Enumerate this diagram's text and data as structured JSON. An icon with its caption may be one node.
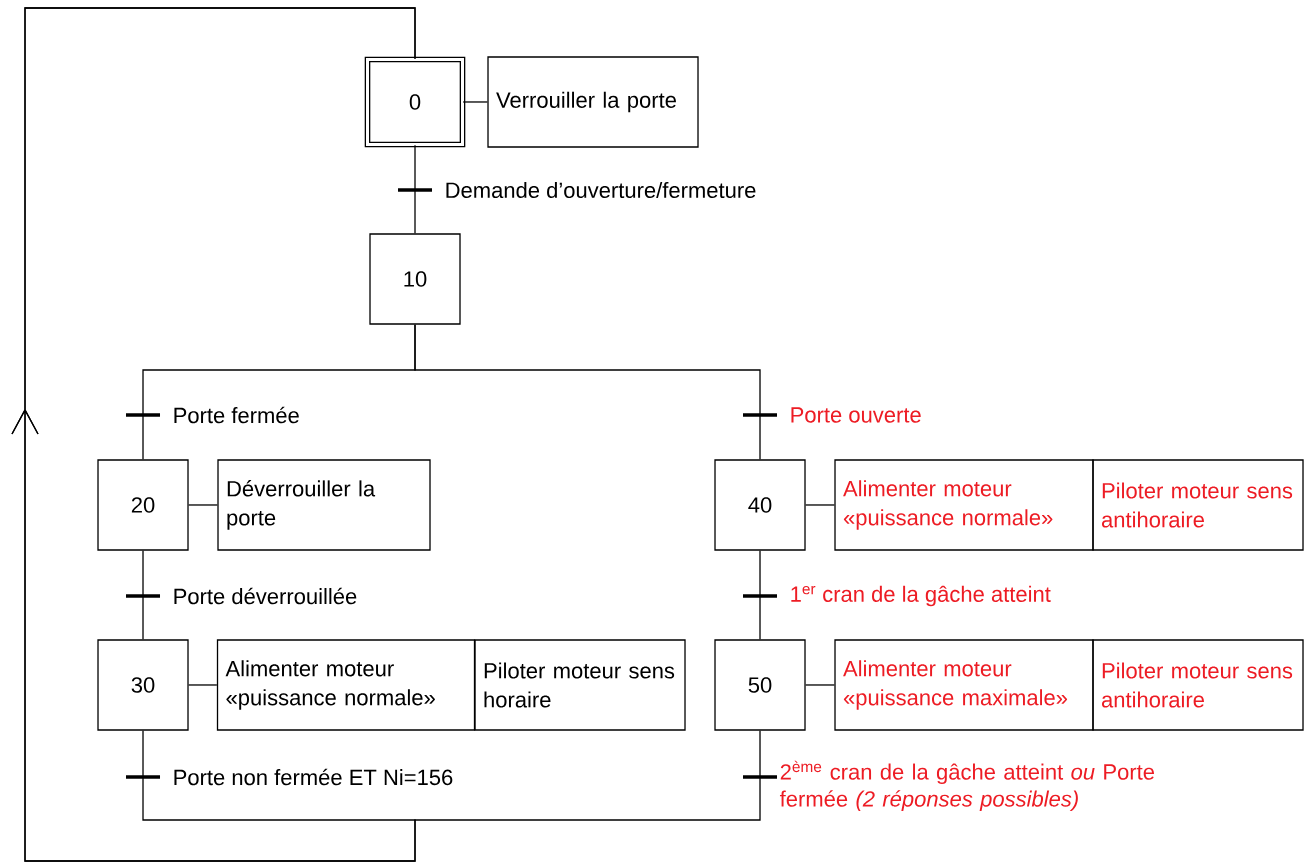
{
  "diagram": {
    "nodes": [
      {
        "text": [
          "0"
        ]
      },
      {
        "text": [
          "Verrouiller la porte"
        ]
      },
      {
        "text": [
          "10"
        ]
      },
      {
        "text": [
          "20"
        ]
      },
      {
        "text": [
          "Déverrouiller la porte"
        ]
      },
      {
        "text": [
          "30"
        ]
      },
      {
        "text": [
          "Alimenter moteur «puissance normale»"
        ]
      },
      {
        "text": [
          "Piloter moteur sens horaire"
        ]
      },
      {
        "text": [
          "40"
        ]
      },
      {
        "text": [
          "Alimenter moteur «puissance normale»"
        ]
      },
      {
        "text": [
          "Piloter moteur sens antihoraire"
        ]
      },
      {
        "text": [
          "50"
        ]
      },
      {
        "text": [
          "Alimenter moteur «puissance maximale»"
        ]
      },
      {
        "text": [
          "Piloter moteur sens antihoraire"
        ]
      }
    ],
    "edges": [
      {
        "from": 0,
        "to": 2,
        "arrow": "none",
        "label": "Demande d’ouverture/fermeture"
      },
      {
        "from": 0,
        "to": 1,
        "arrow": "none"
      },
      {
        "from": 2,
        "to": 3,
        "arrow": "none",
        "label": "Porte fermée"
      },
      {
        "from": 2,
        "to": 8,
        "arrow": "none",
        "label": "Porte ouverte"
      },
      {
        "from": 3,
        "to": 4,
        "arrow": "none"
      },
      {
        "from": 3,
        "to": 5,
        "arrow": "none",
        "label": "Porte déverrouillée"
      },
      {
        "from": 5,
        "to": 6,
        "arrow": "none"
      },
      {
        "from": 8,
        "to": 9,
        "arrow": "none"
      },
      {
        "from": 8,
        "to": 11,
        "arrow": "none",
        "label": "1$^{er}$ cran de la gâche atteint"
      },
      {
        "from": 11,
        "to": 12,
        "arrow": "none"
      },
      {
        "from": 5,
        "to": 0,
        "arrow": "to",
        "label": "Porte non fermée ET Ni=156"
      },
      {
        "from": 11,
        "to": 0,
        "arrow": "to",
        "label": "2$^{ème}$ cran de la gâche atteint *ou* Porte fermée *(2 réponses possibles)*"
      }
    ]
  }
}
